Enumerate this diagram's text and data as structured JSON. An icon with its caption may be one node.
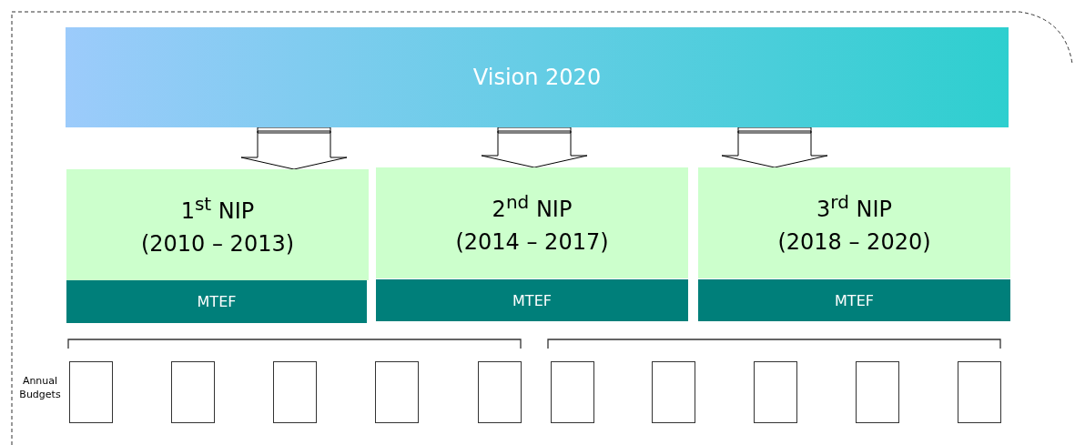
{
  "diagram": {
    "nodes": [
      {
        "text": [
          "Vision 2020"
        ]
      },
      {
        "text": [
          "1$^{st}$ NIP",
          "(2010 – 2013)"
        ]
      },
      {
        "text": [
          "2$^{nd}$ NIP",
          "(2014 – 2017)"
        ]
      },
      {
        "text": [
          "3$^{rd}$ NIP",
          "(2018 – 2020)"
        ]
      },
      {
        "text": [
          "MTEF"
        ]
      },
      {
        "text": [
          "MTEF"
        ]
      },
      {
        "text": [
          "MTEF"
        ]
      },
      {
        "text": [],
        "shape": "box"
      },
      {
        "text": [],
        "shape": "box"
      },
      {
        "text": [],
        "shape": "box"
      },
      {
        "text": [],
        "shape": "box"
      },
      {
        "text": [],
        "shape": "box"
      },
      {
        "text": [],
        "shape": "box"
      },
      {
        "text": [],
        "shape": "box"
      },
      {
        "text": [],
        "shape": "box"
      },
      {
        "text": [],
        "shape": "box"
      },
      {
        "text": [],
        "shape": "box"
      }
    ],
    "edges": [
      {
        "from": 0,
        "to": 1,
        "arrow": "to"
      },
      {
        "from": 0,
        "to": 2,
        "arrow": "to"
      },
      {
        "from": 0,
        "to": 3,
        "arrow": "to"
      }
    ],
    "labels": [
      "Annual Budgets"
    ]
  }
}
